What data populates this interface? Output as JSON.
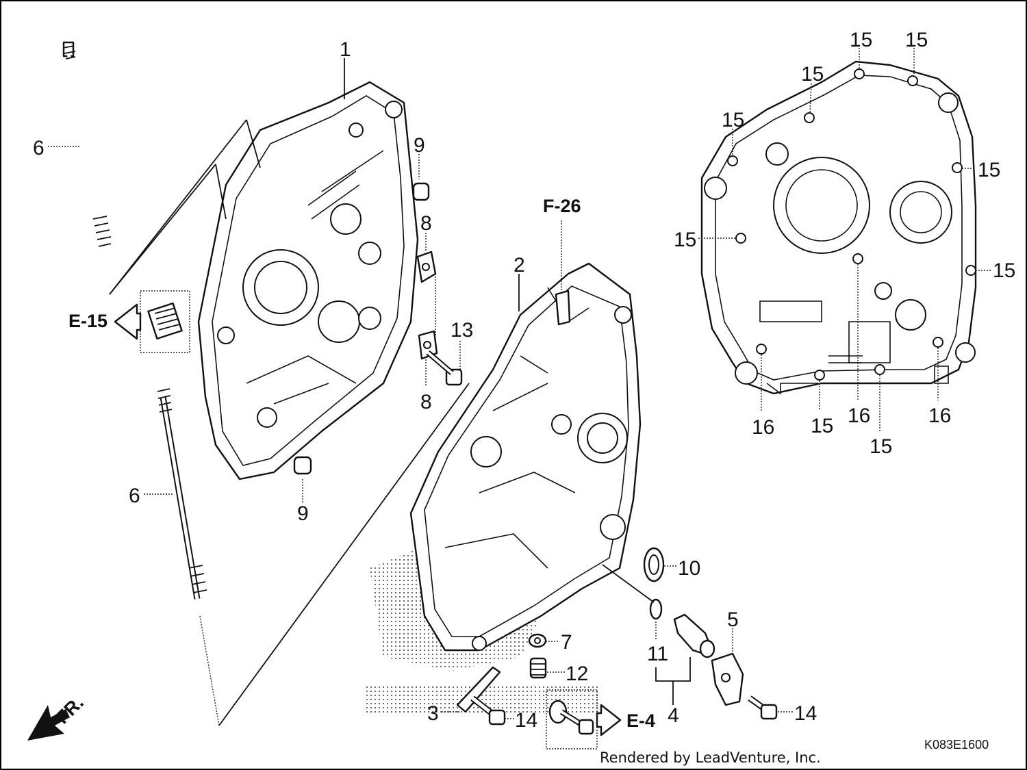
{
  "diagram": {
    "callouts": {
      "n1": "1",
      "n2": "2",
      "n3": "3",
      "n4": "4",
      "n5": "5",
      "n6a": "6",
      "n6b": "6",
      "n7": "7",
      "n8a": "8",
      "n8b": "8",
      "n9a": "9",
      "n9b": "9",
      "n10": "10",
      "n11": "11",
      "n12": "12",
      "n13": "13",
      "n14a": "14",
      "n14b": "14",
      "n15a": "15",
      "n15b": "15",
      "n15c": "15",
      "n15d": "15",
      "n15e": "15",
      "n15f": "15",
      "n15g": "15",
      "n15h": "15",
      "n15i": "15",
      "n16a": "16",
      "n16b": "16",
      "n16c": "16"
    },
    "refs": {
      "e15": "E-15",
      "f26": "F-26",
      "e4": "E-4",
      "front": "FR."
    },
    "drawing_code": "K083E1600",
    "credit": "Rendered by LeadVenture, Inc."
  }
}
